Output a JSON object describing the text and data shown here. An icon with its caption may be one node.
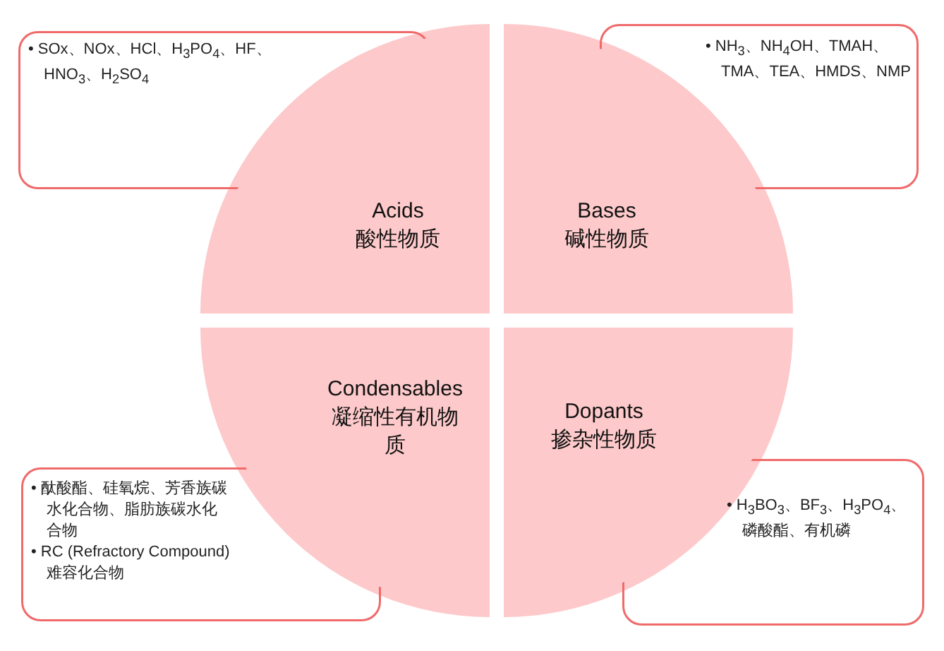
{
  "diagram": {
    "nodes": [
      {
        "text": [
          "• SOx、NOx、HCl、H$_{3}$PO$_{4}$、HF、HNO$_{3}$、H$_{2}$SO$_{4}$"
        ]
      },
      {
        "text": [
          "• NH$_{3}$、NH$_{4}$OH、TMAH、TMA、TEA、HMDS、NMP"
        ]
      },
      {
        "text": [
          "Acids",
          "酸性物质"
        ]
      },
      {
        "text": [
          "Bases",
          "碱性物质"
        ]
      },
      {
        "text": [
          "Condensables",
          "凝缩性有机物质"
        ]
      },
      {
        "text": [
          "Dopants",
          "掺杂性物质"
        ]
      },
      {
        "text": [
          "• 酞酸酯、硅氧烷、芳香族碳水化合物、脂肪族碳水化合物",
          "• RC (Refractory Compound) 难容化合物"
        ]
      },
      {
        "text": [
          "• H$_{3}$BO$_{3}$、BF$_{3}$、H$_{3}$PO$_{4}$、磷酸酯、有机磷"
        ]
      }
    ],
    "edges": []
  }
}
